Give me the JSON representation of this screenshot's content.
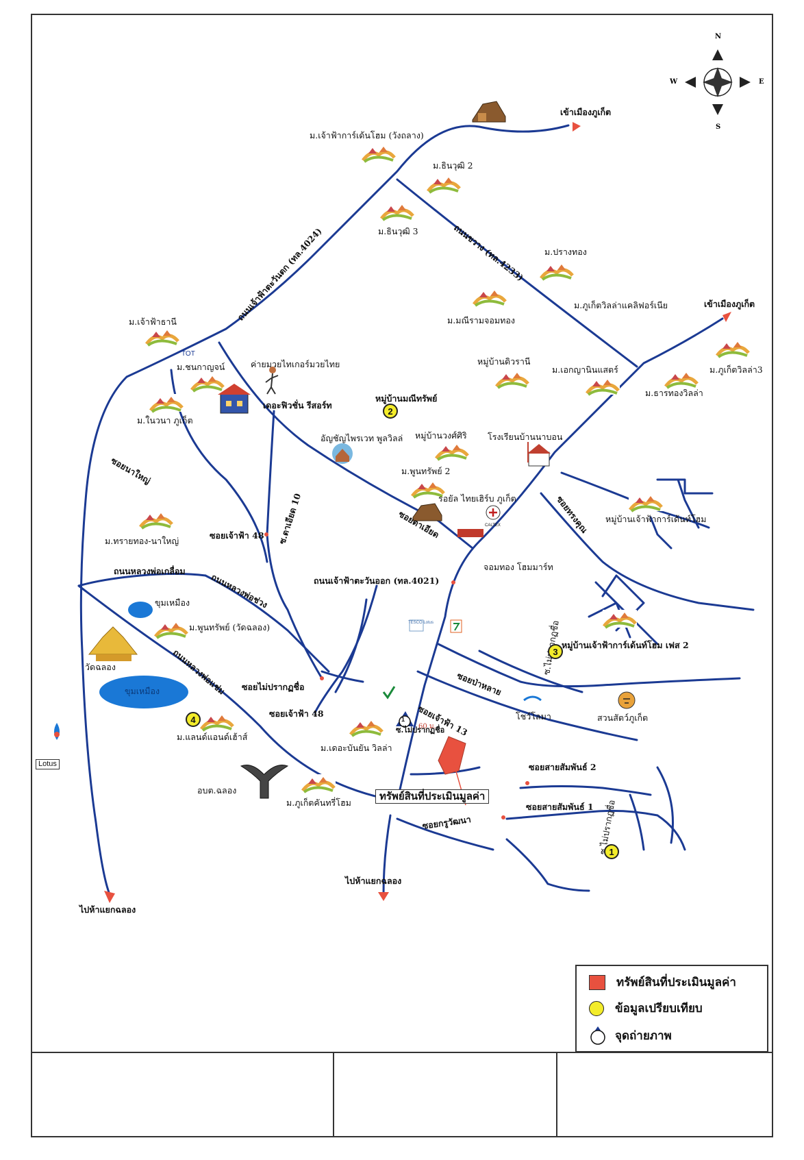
{
  "compass": {
    "n": "N",
    "s": "S",
    "e": "E",
    "w": "W"
  },
  "labels": {
    "to_phuket_top": "เข้าเมืองภูเก็ต",
    "to_phuket_right": "เข้าเมืองภูเก็ต",
    "chaofa_garden_home_wangthalang": "ม.เจ้าฟ้าการ์เด้นโฮม (วังถลาง)",
    "thinwut2": "ม.ธินวุฒิ 2",
    "thinwut3": "ม.ธินวุฒิ 3",
    "road_4233": "ถนนขวาง (ทล.4233)",
    "road_4024": "ถนนเจ้าฟ้าตะวันตก (ทล.4024)",
    "prangthong": "ม.ปรางทอง",
    "phuket_villa_california": "ม.ภูเก็ตวิลล่าแคลิฟอร์เนีย",
    "maneeram_jomthong": "ม.มณีรามจอมทอง",
    "chaofa_thani": "ม.เจ้าฟ้าธานี",
    "chonkanchan": "ม.ชนกาญจน์",
    "muay_thai_camp": "ค่ายมวยไทเกอร์มวยไทย",
    "diwarani": "หมู่บ้านดิวรานี",
    "eknaphinseri": "ม.เอกญานินแสตร์",
    "phuket_villa3": "ม.ภูเก็ตวิลล่า3",
    "tharathong_villa": "ม.ธารทองวิลล่า",
    "manisap": "หมู่บ้านมณีทรัพย์",
    "the_hotspring": "เดอะฟิวชั่น รีสอร์ท",
    "nawana": "ม.ในวนา ภูเก็ต",
    "anchan_phrawet": "อัญชัญไพรเวท พูลวิลล่",
    "nuangsiri": "หมู่บ้านวงศ์ศิริ",
    "school_banna": "โรงเรียนบ้านนาบอน",
    "soi_nayai": "ซอยนาใหญ่",
    "soi_tayod10": "ซ.ตาเอียด 10",
    "poonsap2": "ม.พูนทรัพย์ 2",
    "royal_thai_phuket": "รอยัล ไทยเฮิร์บ ภูเก็ต",
    "soi_tayod": "ซอยตาเอียด",
    "soi_songkhun": "ซอยทรงคุณ",
    "chaofa_garden_home": "หมู่บ้านเจ้าฟ้าการ์เด้นท์โฮม",
    "saithong_nayai": "ม.ทรายทอง-นาใหญ่",
    "soi_chaofa48_a": "ซอยเจ้าฟ้า 48",
    "jomthong_homemart": "จอมทอง โฮมมาร์ท",
    "road_phoklua": "ถนนหลวงพ่อเกลื่อม",
    "road_phochuang": "ถนนหลวงพ่อช่วง",
    "road_4021": "ถนนเจ้าฟ้าตะวันออก (ทล.4021)",
    "khum_muang": "ขุมเหมือง",
    "poonsap_chalong": "ม.พูนทรัพย์ (วัดฉลอง)",
    "wat_chalong": "วัดฉลอง",
    "chaofa_garden_home2": "หมู่บ้านเจ้าฟ้าการ์เด้นท์โฮม เฟส 2",
    "soi_mai_prakot": "ซ.ไม่ปรากฏชื่อ",
    "road_phochaem": "ถนนหลวงพ่อแช่ม",
    "khum_muang_lake": "ขุมเหมือง",
    "soi_maiprakot_name": "ซอยไม่ปรากฏชื่อ",
    "soi_pamlai": "ซอยป่าหลาย",
    "soi_chaofa48_b": "ซอยเจ้าฟ้า 48",
    "soi_chaofa13": "ซอยเจ้าฟ้า 13",
    "distance_60m": "60 ม.",
    "soi_mai_prakot_c": "ซ.ไม่ปรากฏชื่อ",
    "show_lamai": "โชว์โลมา",
    "zoo": "สวนสัตว์ภูเก็ต",
    "land_and_house": "ม.แลนด์แอนด์เฮ้าส์",
    "the_bunbin": "ม.เดอะบันยัน วิลล่า",
    "soi_saisamphan2": "ซอยสายสัมพันธ์ 2",
    "lotus": "Lotus",
    "obt_chalong": "อบต.ฉลอง",
    "phuket_country_home": "ม.ภูเก็ตคันทรี่โฮม",
    "subject_property": "ทรัพย์สินที่ประเมินมูลค่า",
    "soi_saisamphan1": "ซอยสายสัมพันธ์ 1",
    "soi_kruwatthana": "ซอยกรูวัฒนา",
    "soi_mai_prakot_d": "ซ.ไม่ปรากฏชื่อ",
    "to_chalong_mid": "ไปห้าแยกฉลอง",
    "to_chalong_left": "ไปห้าแยกฉลอง",
    "tot": "TOT",
    "caltex": "CALTEX",
    "tesco": "TESCO Lotus"
  },
  "markers": {
    "m1": "1",
    "m2": "2",
    "m3": "3",
    "m4": "4",
    "photo": "1"
  },
  "legend": {
    "item1": "ทรัพย์สินที่ประเมินมูลค่า",
    "item2": "ข้อมูลเปรียบเทียบ",
    "item3": "จุดถ่ายภาพ"
  },
  "colors": {
    "road": "#1b3a93",
    "property": "#e8513f",
    "marker": "#f3ec2a",
    "water": "#1a78d6"
  }
}
